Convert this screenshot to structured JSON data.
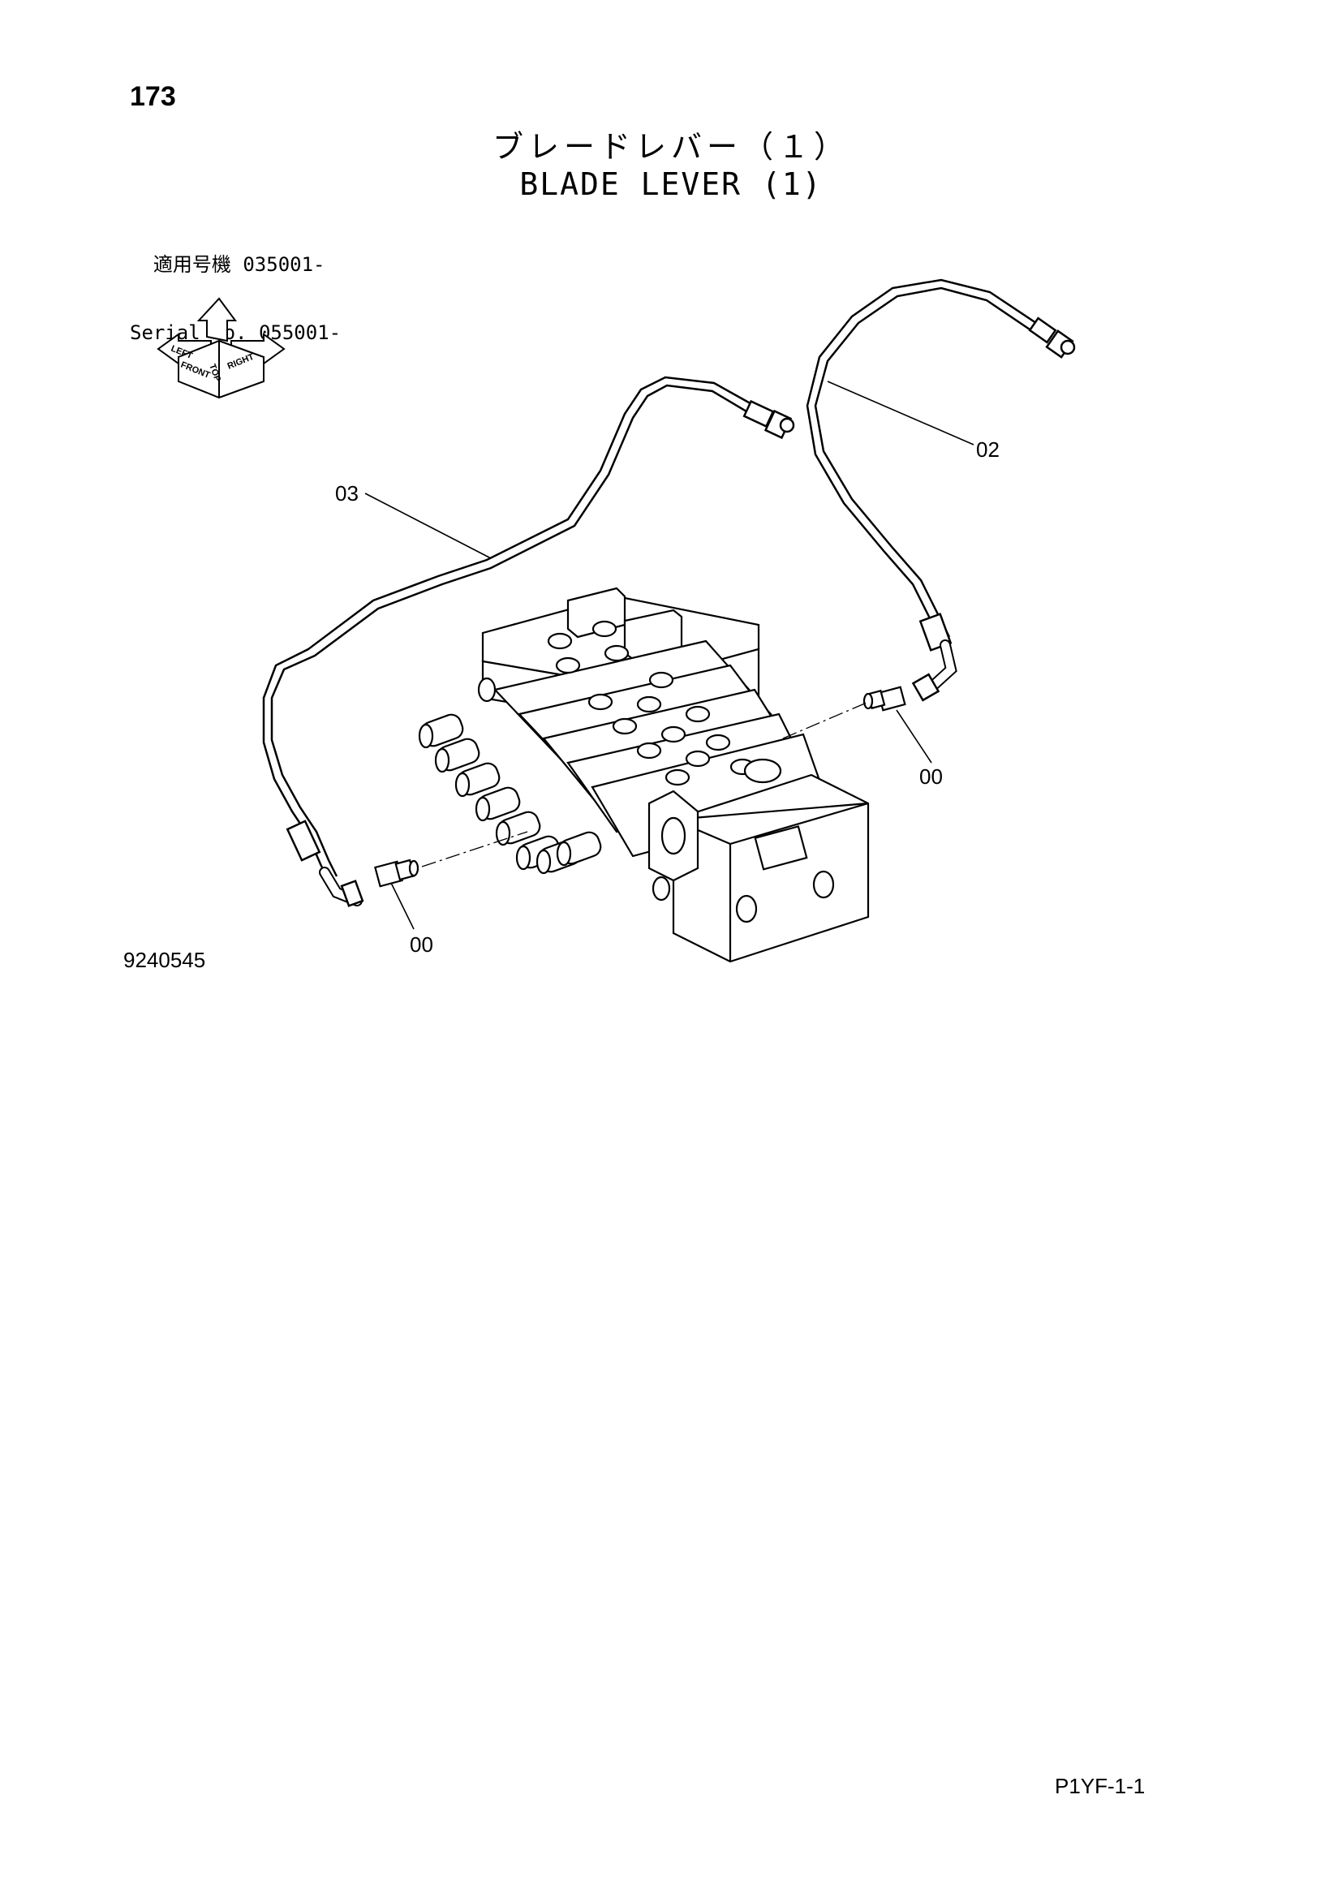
{
  "header": {
    "page_number": "173",
    "title_jp": "ブレードレバー（１）",
    "title_en": "BLADE LEVER (1)"
  },
  "serial": {
    "jp_label": "適用号機",
    "jp_value": "035001-",
    "en_label": "Serial No.",
    "en_value": "055001-"
  },
  "orientation": {
    "top": "TOP",
    "front": "FRONT",
    "right": "RIGHT",
    "rear": "LEFT"
  },
  "callouts": {
    "hose_left": "03",
    "hose_right": "02",
    "adapter_right": "00",
    "adapter_left": "00"
  },
  "footer": {
    "drawing_number": "9240545",
    "sheet_code": "P1YF-1-1"
  }
}
